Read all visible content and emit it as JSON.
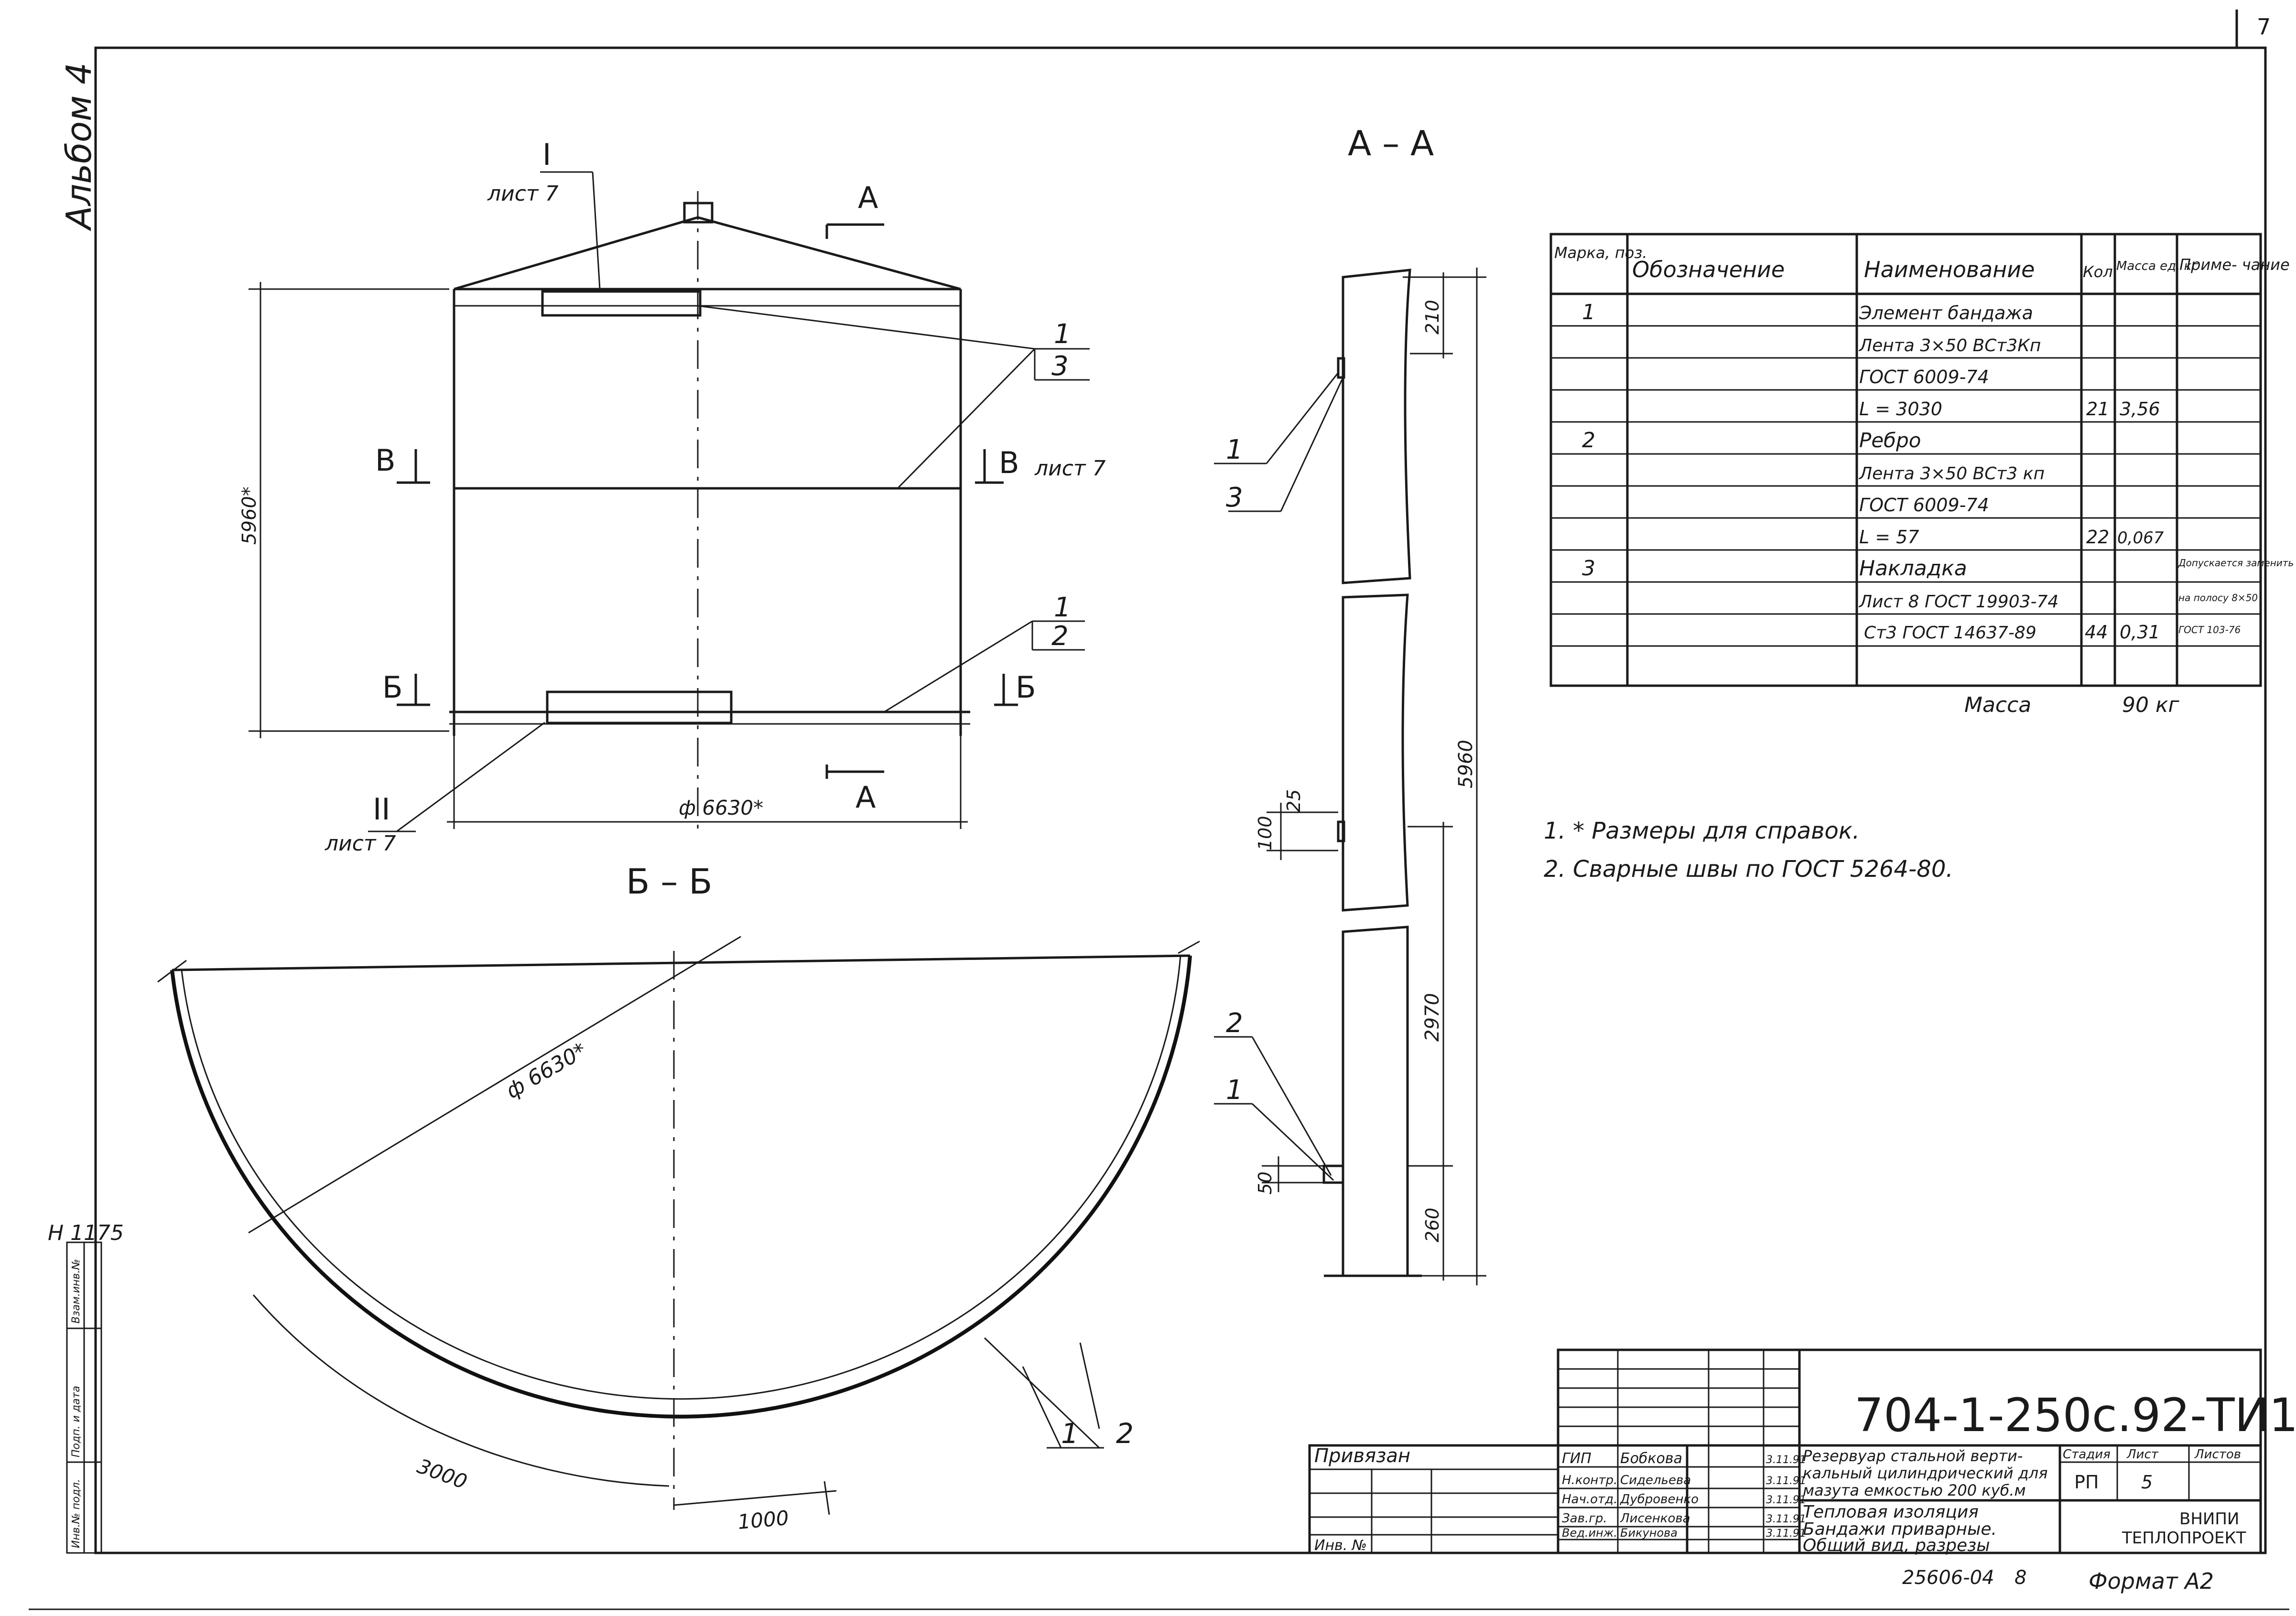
{
  "page_number": "7",
  "album_label": "Альбом 4",
  "inventory_code": "Н 1175",
  "side_stamp": [
    "Инв.№ подл.",
    "Подп. и дата",
    "Взам.инв.№"
  ],
  "elevation": {
    "node_I": "I",
    "node_II": "II",
    "sheet_ref": "лист 7",
    "cut_A": "А",
    "cut_V": "В",
    "cut_B": "Б",
    "leader_top": [
      "1",
      "3"
    ],
    "leader_bottom": [
      "1",
      "2"
    ],
    "height_dim": "5960*",
    "diameter_dim": "ф 6630*"
  },
  "section_AA": {
    "title": "А – А",
    "dims": [
      "210",
      "5960",
      "25",
      "100",
      "2970",
      "50",
      "260"
    ],
    "leaders": [
      "1",
      "3",
      "2",
      "1"
    ]
  },
  "section_BB": {
    "title": "Б – Б",
    "diameter_dim": "ф 6630*",
    "arc_dims": [
      "3000",
      "1000"
    ],
    "leaders": [
      "1",
      "2"
    ]
  },
  "spec_table": {
    "headers": [
      "Марка, поз.",
      "Обозначение",
      "Наименование",
      "Кол",
      "Масса ед, кг",
      "Приме- чание"
    ],
    "rows": [
      [
        "1",
        "",
        "Элемент бандажа",
        "",
        "",
        ""
      ],
      [
        "",
        "",
        "Лента 3×50 ВСт3Кп",
        "",
        "",
        ""
      ],
      [
        "",
        "",
        "ГОСТ 6009-74",
        "",
        "",
        ""
      ],
      [
        "",
        "",
        "L = 3030",
        "21",
        "3,56",
        ""
      ],
      [
        "2",
        "",
        "Ребро",
        "",
        "",
        ""
      ],
      [
        "",
        "",
        "Лента 3×50 ВСт3 кп",
        "",
        "",
        ""
      ],
      [
        "",
        "",
        "ГОСТ 6009-74",
        "",
        "",
        ""
      ],
      [
        "",
        "",
        "L = 57",
        "22",
        "0,067",
        ""
      ],
      [
        "3",
        "",
        "Накладка",
        "",
        "",
        "Допускается заменить"
      ],
      [
        "",
        "",
        "Лист 8 ГОСТ 19903-74",
        "",
        "",
        "на полосу 8×50"
      ],
      [
        "",
        "",
        "Ст3 ГОСТ 14637-89",
        "44",
        "0,31",
        "ГОСТ 103-76"
      ],
      [
        "",
        "",
        "",
        "",
        "",
        ""
      ]
    ],
    "mass_label": "Масса",
    "mass_value": "90 кг"
  },
  "notes": [
    "1. * Размеры для справок.",
    "2. Сварные швы по ГОСТ 5264-80."
  ],
  "title_block": {
    "code": "704-1-250с.92-ТИ1",
    "privyazan": "Привязан",
    "inv_no": "Инв. №",
    "roles": [
      "ГИП",
      "Н.контр.",
      "Нач.отд.",
      "Зав.гр.",
      "Вед.инж."
    ],
    "names": [
      "Бобкова",
      "Сидельева",
      "Дубровенко",
      "Лисенкова",
      "Бикунова"
    ],
    "dates": [
      "3.11.91",
      "3.11.91",
      "3.11.91",
      "3.11.91",
      "3.11.91"
    ],
    "object_title": [
      "Резервуар стальной верти-",
      "кальный цилиндрический для",
      "мазута емкостью 200 куб.м"
    ],
    "sheet_title": [
      "Тепловая изоляция",
      "Бандажи приварные.",
      "Общий вид, разрезы"
    ],
    "stage_header": "Стадия",
    "sheet_header": "Лист",
    "sheets_header": "Листов",
    "stage": "РП",
    "sheet": "5",
    "org": [
      "ВНИПИ",
      "ТЕПЛОПРОЕКТ"
    ],
    "archive": "25606-04",
    "archive_sheet": "8",
    "format": "Формат А2"
  }
}
